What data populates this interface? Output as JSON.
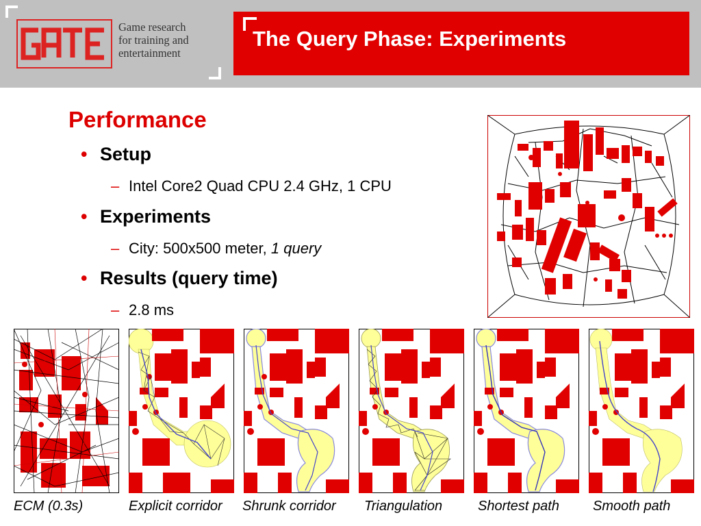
{
  "header": {
    "logo_text_lines": [
      "Game research",
      "for training and",
      "entertainment"
    ],
    "title": "The Query Phase: Experiments"
  },
  "content": {
    "section_title": "Performance",
    "bullets": [
      {
        "label": "Setup",
        "subs": [
          "Intel Core2 Quad CPU 2.4 GHz, 1 CPU"
        ]
      },
      {
        "label": "Experiments",
        "sub_prefix": "City: 500x500 meter, ",
        "sub_italic": "1 query"
      },
      {
        "label": "Results (query time)",
        "subs": [
          "2.8 ms"
        ]
      }
    ]
  },
  "captions": [
    "ECM (0.3s)",
    "Explicit corridor",
    "Shrunk corridor",
    "Triangulation",
    "Shortest path",
    "Smooth path"
  ],
  "colors": {
    "accent": "#e00000",
    "header_bg": "#c0c0c0",
    "corridor": "#ffff99",
    "path": "#4444cc"
  },
  "icons": {
    "bullet": "•",
    "dash": "–"
  }
}
